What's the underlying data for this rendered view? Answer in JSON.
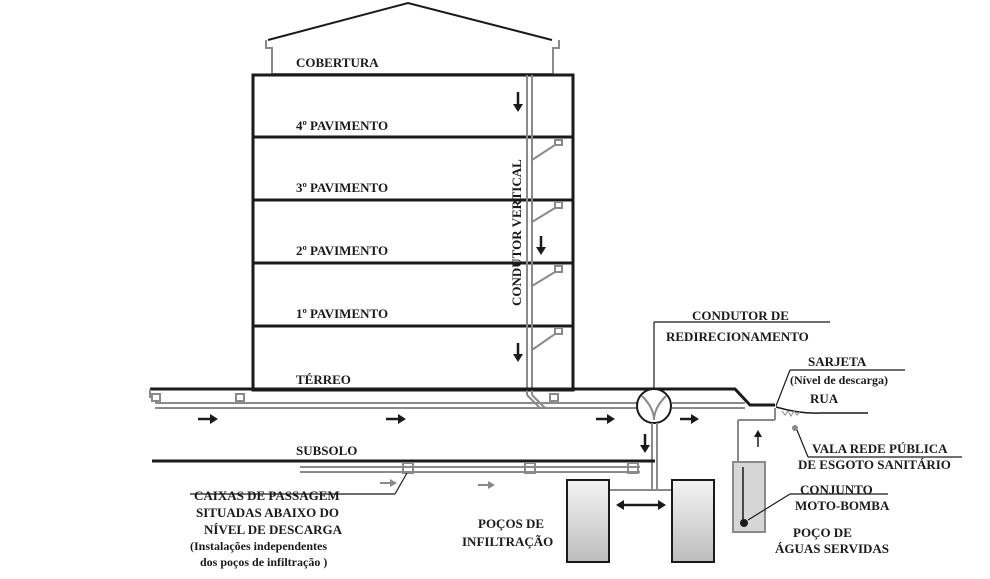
{
  "floors": {
    "cobertura": "COBERTURA",
    "p4": "4º PAVIMENTO",
    "p3": "3º PAVIMENTO",
    "p2": "2º PAVIMENTO",
    "p1": "1º PAVIMENTO",
    "terreo": "TÉRREO",
    "subsolo": "SUBSOLO"
  },
  "labels": {
    "condutor_vertical": "CONDUTOR VERTICAL",
    "condutor_redirecionamento": [
      "CONDUTOR DE",
      "REDIRECIONAMENTO"
    ],
    "sarjeta": "SARJETA",
    "nivel_descarga": "(Nível de descarga)",
    "rua": "RUA",
    "vala_rede": [
      "VALA REDE PÚBLICA",
      "DE ESGOTO SANITÁRIO"
    ],
    "conjunto_motobomba": [
      "CONJUNTO",
      "MOTO-BOMBA"
    ],
    "poco_aguas_servidas": [
      "POÇO DE",
      "ÁGUAS SERVIDAS"
    ],
    "pocos_infiltracao": [
      "POÇOS DE",
      "INFILTRAÇÃO"
    ],
    "caixas_passagem": [
      "CAIXAS DE PASSAGEM",
      "SITUADAS ABAIXO DO",
      "NÍVEL DE DESCARGA"
    ],
    "caixas_nota": [
      "(Instalações independentes",
      "dos poços de infiltração )"
    ]
  },
  "colors": {
    "line": "#1a1a1a",
    "pipe": "#8a8a8a",
    "tank_fill": "#d6d6d6"
  }
}
